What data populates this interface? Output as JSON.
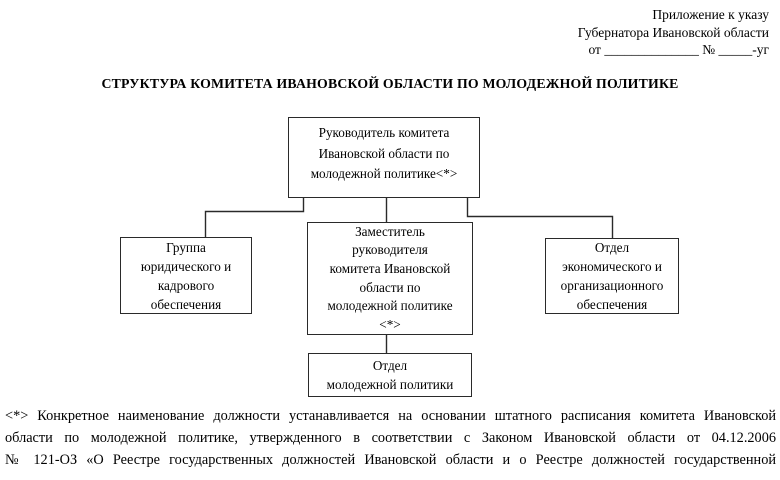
{
  "page": {
    "background": "#ffffff",
    "text_color": "#000000",
    "line_color": "#2a2a2a"
  },
  "header": {
    "lines": [
      "Приложение к указу",
      "Губернатора Ивановской области",
      "от ______________ № _____-уг"
    ]
  },
  "title": "СТРУКТУРА КОМИТЕТА ИВАНОВСКОЙ ОБЛАСТИ ПО МОЛОДЕЖНОЙ ПОЛИТИКЕ",
  "diagram": {
    "type": "org-chart",
    "nodes": [
      {
        "id": "head",
        "label": "Руководитель комитета\nИвановской области по\nмолодежной политике<*>"
      },
      {
        "id": "legal",
        "label": "Группа\nюридического и\nкадрового\nобеспечения"
      },
      {
        "id": "deputy",
        "label": "Заместитель\nруководителя\nкомитета Ивановской\nобласти по\nмолодежной политике\n<*>"
      },
      {
        "id": "econ",
        "label": "Отдел\nэкономического и\nорганизационного\nобеспечения"
      },
      {
        "id": "youth",
        "label": "Отдел\nмолодежной политики"
      }
    ],
    "edges": [
      {
        "from": "head",
        "to": "legal"
      },
      {
        "from": "head",
        "to": "deputy"
      },
      {
        "from": "head",
        "to": "econ"
      },
      {
        "from": "deputy",
        "to": "youth"
      }
    ]
  },
  "footnote": {
    "lines": [
      "<*> Конкретное наименование должности устанавливается на основании штатного расписания комитета Ивановской",
      "области по молодежной политике, утвержденного в соответствии с Законом Ивановской области от 04.12.2006",
      "№ 121-ОЗ «О Реестре государственных должностей Ивановской области и о Реестре должностей государственной"
    ]
  }
}
